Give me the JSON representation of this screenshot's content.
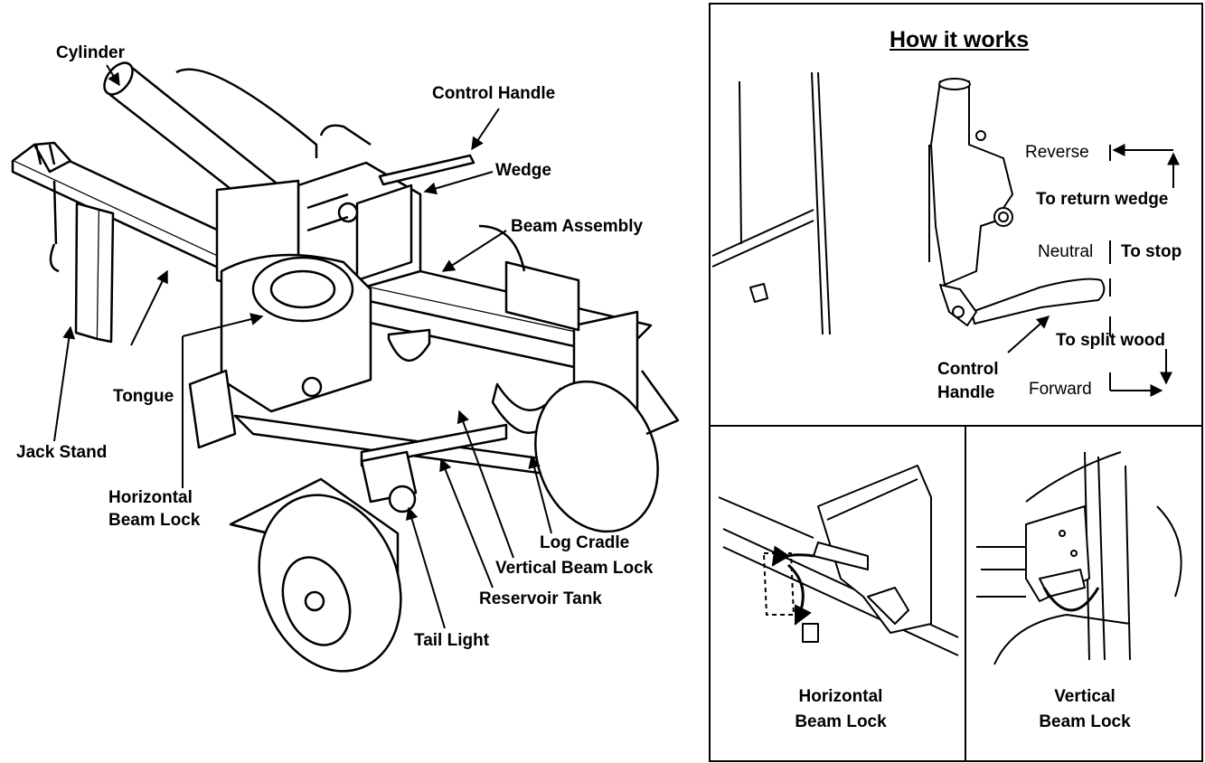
{
  "main_diagram": {
    "labels": {
      "cylinder": "Cylinder",
      "control_handle": "Control Handle",
      "wedge": "Wedge",
      "beam_assembly": "Beam Assembly",
      "tongue": "Tongue",
      "jack_stand": "Jack Stand",
      "horizontal_beam_lock_line1": "Horizontal",
      "horizontal_beam_lock_line2": "Beam Lock",
      "log_cradle": "Log Cradle",
      "vertical_beam_lock": "Vertical Beam Lock",
      "reservoir_tank": "Reservoir Tank",
      "tail_light": "Tail Light"
    }
  },
  "how_it_works": {
    "title": "How it works",
    "reverse": "Reverse",
    "to_return_wedge": "To return wedge",
    "neutral": "Neutral",
    "to_stop": "To stop",
    "control_handle_line1": "Control",
    "control_handle_line2": "Handle",
    "to_split_wood": "To split wood",
    "forward": "Forward"
  },
  "horizontal_panel": {
    "line1": "Horizontal",
    "line2": "Beam Lock"
  },
  "vertical_panel": {
    "line1": "Vertical",
    "line2": "Beam Lock"
  }
}
